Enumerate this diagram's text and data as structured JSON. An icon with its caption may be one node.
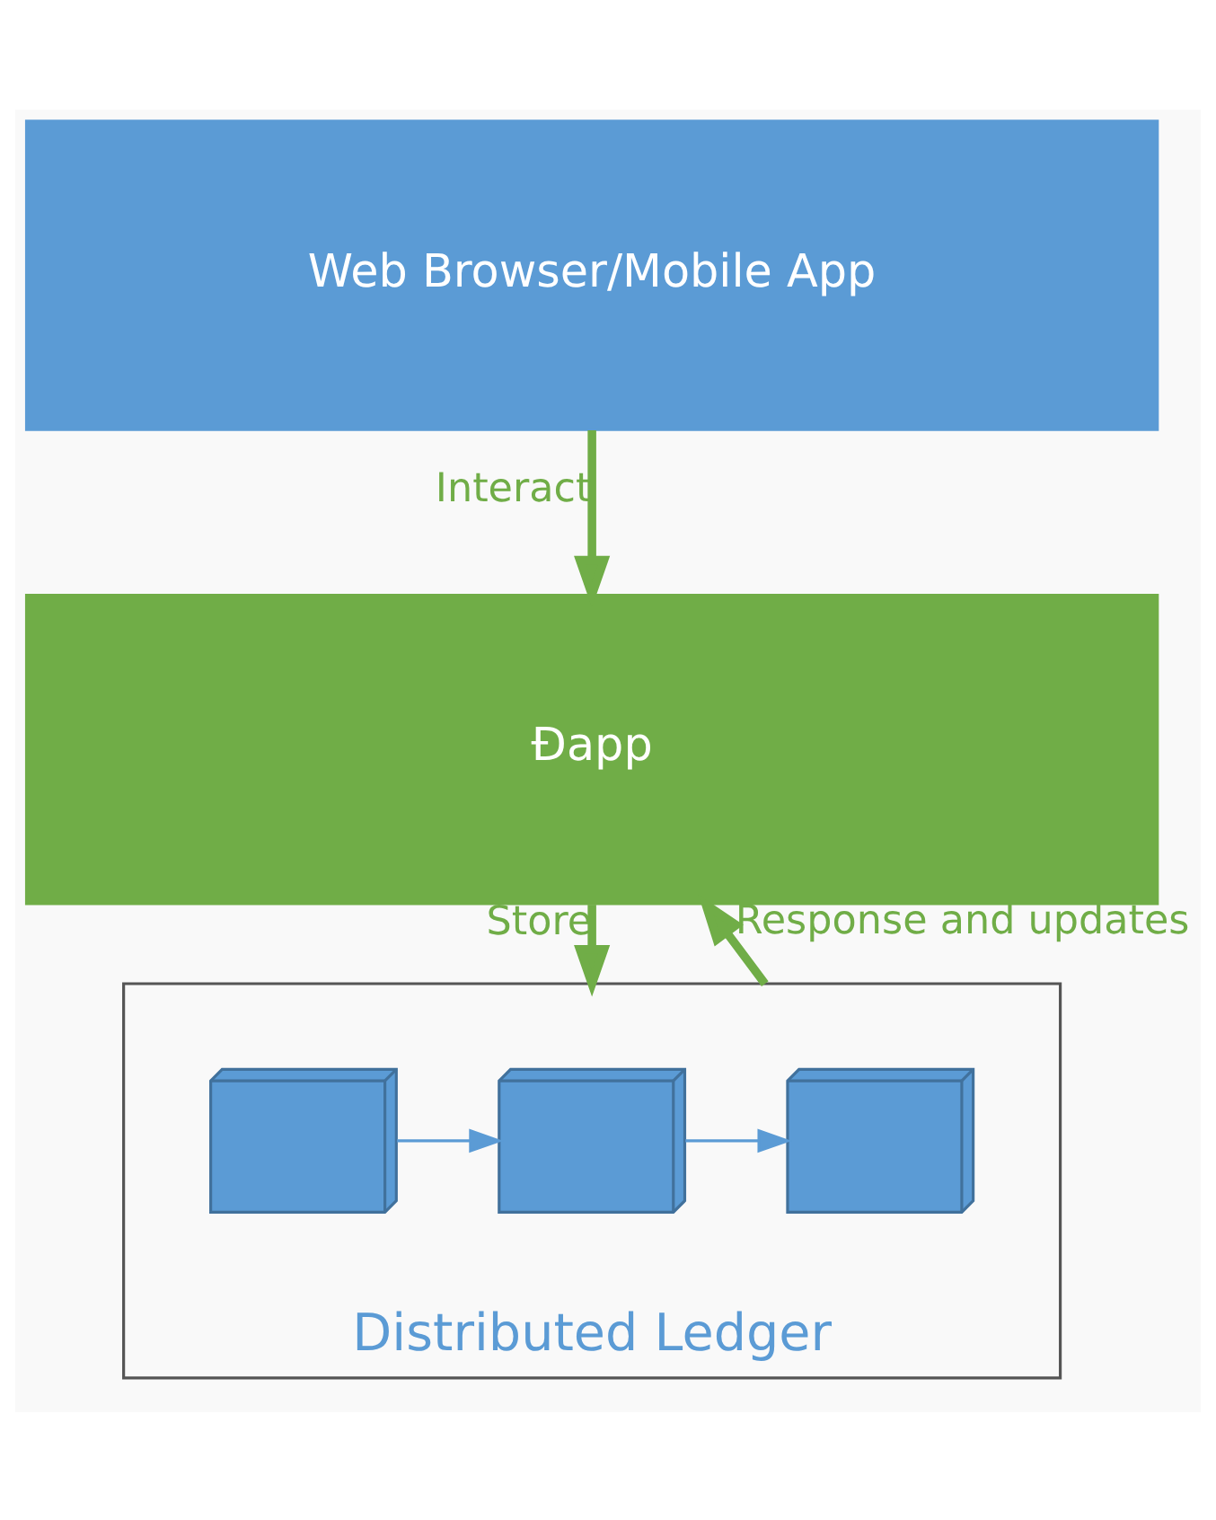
{
  "diagram": {
    "nodes": [
      {
        "text": [
          "Web Browser/Mobile App"
        ]
      },
      {
        "text": [
          "Đapp"
        ]
      },
      {
        "text": [
          "Distributed Ledger"
        ]
      },
      {
        "text": [],
        "shape": "cube",
        "in": 2
      },
      {
        "text": [],
        "shape": "cube",
        "in": 2
      },
      {
        "text": [],
        "shape": "cube",
        "in": 2
      }
    ],
    "edges": [
      {
        "from": 0,
        "to": 1,
        "arrow": "to",
        "label": "Interact"
      },
      {
        "from": 1,
        "to": 2,
        "arrow": "to",
        "label": "Store"
      },
      {
        "from": 2,
        "to": 1,
        "arrow": "to",
        "label": "Response and updates"
      },
      {
        "from": 3,
        "to": 4,
        "arrow": "to",
        "color": "#5b9bd5"
      },
      {
        "from": 4,
        "to": 5,
        "arrow": "to",
        "color": "#5b9bd5"
      }
    ]
  }
}
